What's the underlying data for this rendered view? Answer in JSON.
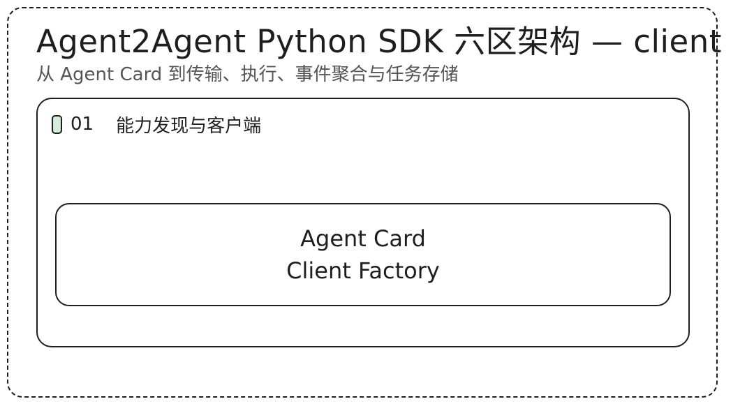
{
  "title": "Agent2Agent Python SDK 六区架构 — client",
  "subtitle": "从 Agent Card 到传输、执行、事件聚合与任务存储",
  "section": {
    "number": "01",
    "title": "能力发现与客户端",
    "marker_color": "#d4ecd9",
    "component": {
      "lines": [
        "Agent Card",
        "Client Factory"
      ]
    }
  }
}
